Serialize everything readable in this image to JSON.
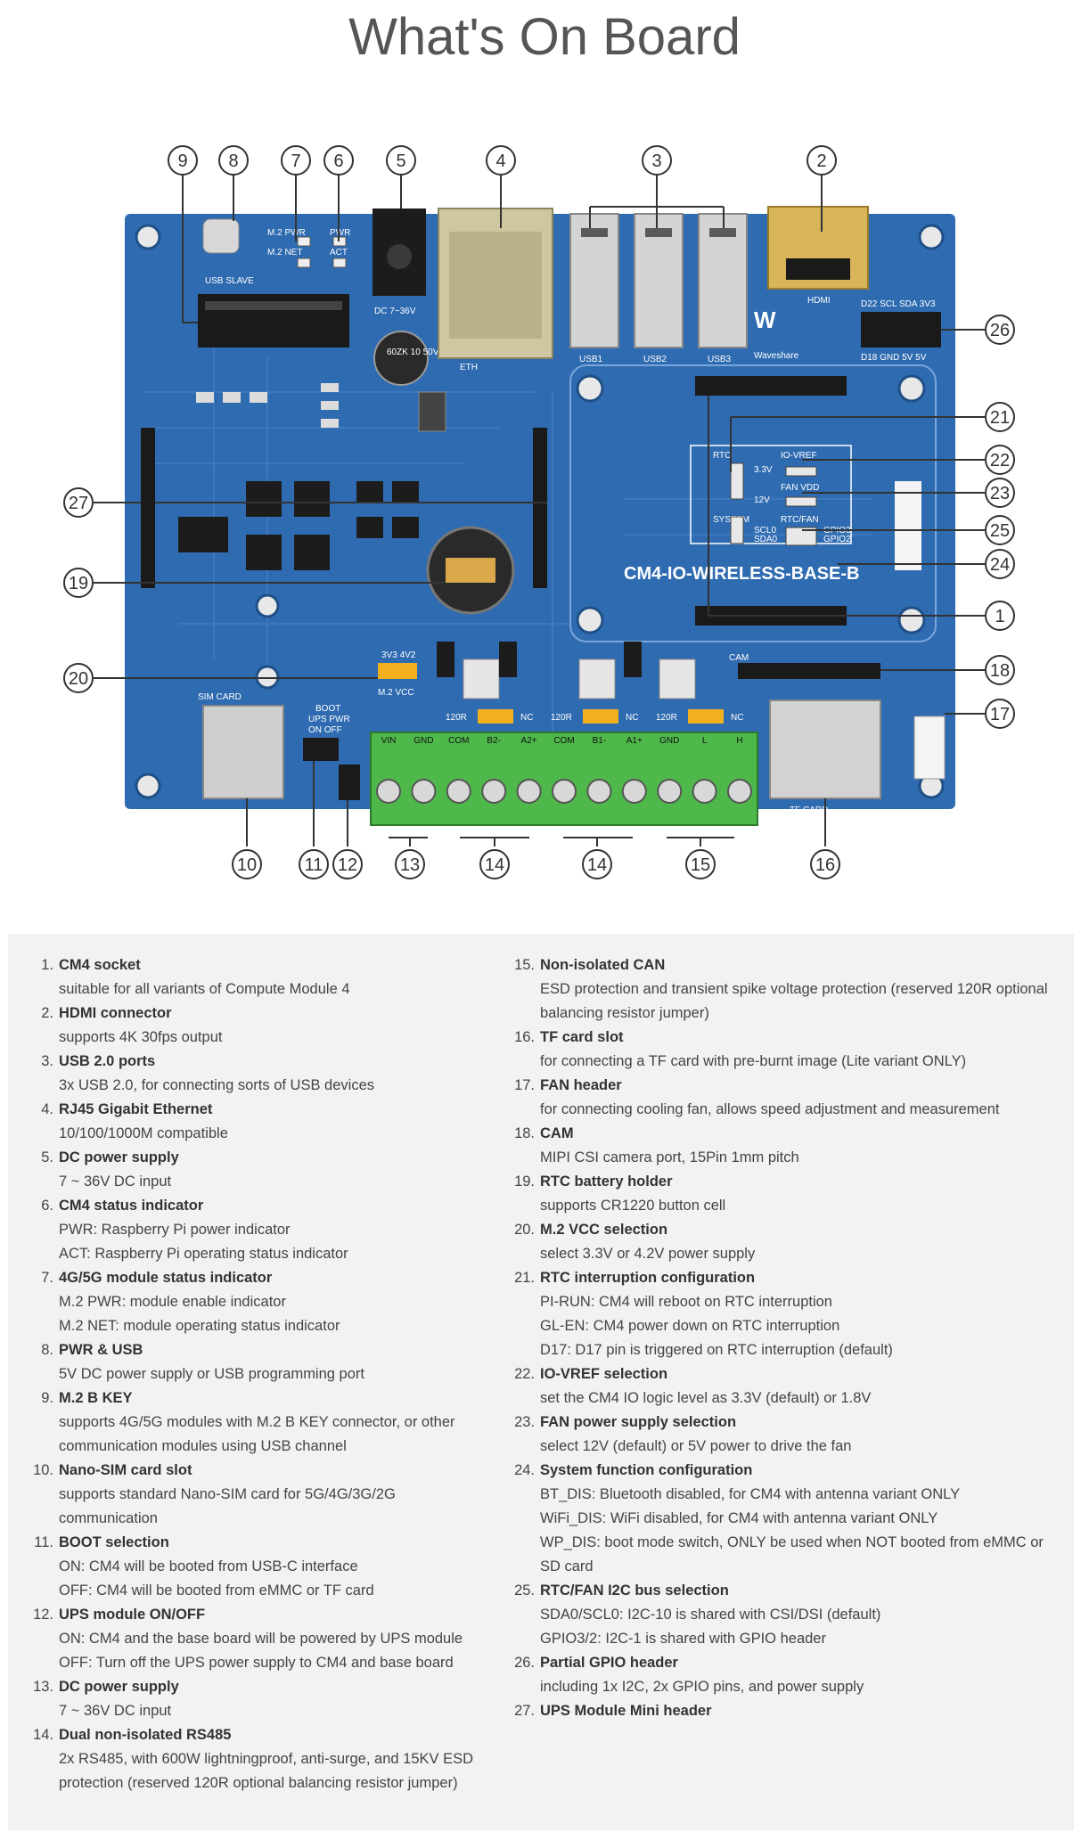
{
  "page": {
    "title": "What's On Board"
  },
  "board": {
    "model": "CM4-IO-WIRELESS-BASE-B",
    "brand": "Waveshare",
    "silkscreen": {
      "usb_slave": "USB SLAVE",
      "m2_pwr": "M.2 PWR",
      "m2_net": "M.2 NET",
      "pwr": "PWR",
      "act": "ACT",
      "dc_in": "DC 7~36V",
      "eth": "ETH",
      "usb1": "USB1",
      "usb2": "USB2",
      "usb3": "USB3",
      "hdmi": "HDMI",
      "gpio_top": "D22 SCL SDA 3V3",
      "gpio_bottom": "D18 GND 5V 5V",
      "cap_text": "60ZK 10 50V",
      "rtc": "RTC",
      "io_vref": "IO-VREF",
      "fan_vdd": "FAN VDD",
      "rtc_fan": "RTC/FAN",
      "system": "SYSTEM",
      "v33": "3.3V",
      "v12": "12V",
      "scl0": "SCL0",
      "sda0": "SDA0",
      "gpio3": "GPIO3",
      "gpio2": "GPIO2",
      "vcc_opt": "3V3 4V2",
      "m2_vcc": "M.2 VCC",
      "sim_card": "SIM CARD",
      "boot": "BOOT",
      "ups_pwr": "UPS PWR",
      "on_off": "ON  OFF",
      "cam": "CAM",
      "tf_card": "TF CARD",
      "terminals": [
        "VIN",
        "GND",
        "COM",
        "B2-",
        "A2+",
        "COM",
        "B1-",
        "A1+",
        "GND",
        "L",
        "H"
      ],
      "jumpers": [
        "120R",
        "NC",
        "120R",
        "NC",
        "120R",
        "NC"
      ]
    },
    "callouts": [
      "1",
      "2",
      "3",
      "4",
      "5",
      "6",
      "7",
      "8",
      "9",
      "10",
      "11",
      "12",
      "13",
      "14",
      "15",
      "16",
      "17",
      "18",
      "19",
      "20",
      "21",
      "22",
      "23",
      "24",
      "25",
      "26",
      "27"
    ]
  },
  "features": {
    "left": [
      {
        "num": "1.",
        "name": "CM4 socket",
        "desc": [
          "suitable for all variants of Compute Module 4"
        ]
      },
      {
        "num": "2.",
        "name": "HDMI connector",
        "desc": [
          "supports 4K 30fps output"
        ]
      },
      {
        "num": "3.",
        "name": "USB 2.0 ports",
        "desc": [
          "3x USB 2.0, for connecting sorts of USB devices"
        ]
      },
      {
        "num": "4.",
        "name": "RJ45 Gigabit Ethernet",
        "desc": [
          "10/100/1000M compatible"
        ]
      },
      {
        "num": "5.",
        "name": "DC power supply",
        "desc": [
          "7 ~ 36V DC input"
        ]
      },
      {
        "num": "6.",
        "name": "CM4 status indicator",
        "desc": [
          "PWR: Raspberry Pi power indicator",
          "ACT: Raspberry Pi operating status indicator"
        ]
      },
      {
        "num": "7.",
        "name": "4G/5G module status indicator",
        "desc": [
          "M.2 PWR: module enable indicator",
          "M.2 NET: module operating status indicator"
        ]
      },
      {
        "num": "8.",
        "name": "PWR & USB",
        "desc": [
          "5V DC power supply or USB programming port"
        ]
      },
      {
        "num": "9.",
        "name": "M.2 B KEY",
        "desc": [
          "supports 4G/5G modules with M.2 B KEY connector, or other communication modules using USB channel"
        ]
      },
      {
        "num": "10.",
        "name": "Nano-SIM card slot",
        "desc": [
          "supports standard Nano-SIM card for 5G/4G/3G/2G communication"
        ]
      },
      {
        "num": "11.",
        "name": "BOOT selection",
        "desc": [
          "ON: CM4 will be booted from USB-C interface",
          "OFF: CM4 will be booted from eMMC or TF card"
        ]
      },
      {
        "num": "12.",
        "name": "UPS module ON/OFF",
        "desc": [
          "ON: CM4 and the base board will be powered by UPS module",
          "OFF: Turn off the UPS power supply to CM4 and base board"
        ]
      },
      {
        "num": "13.",
        "name": "DC power supply",
        "desc": [
          "7 ~ 36V DC input"
        ]
      },
      {
        "num": "14.",
        "name": "Dual non-isolated RS485",
        "desc": [
          "2x RS485, with 600W lightningproof, anti-surge, and 15KV ESD protection (reserved 120R optional balancing resistor jumper)"
        ]
      }
    ],
    "right": [
      {
        "num": "15.",
        "name": "Non-isolated CAN",
        "desc": [
          "ESD protection and transient spike voltage protection (reserved 120R optional balancing resistor jumper)"
        ]
      },
      {
        "num": "16.",
        "name": "TF card slot",
        "desc": [
          "for connecting a TF card with pre-burnt image (Lite variant ONLY)"
        ]
      },
      {
        "num": "17.",
        "name": "FAN header",
        "desc": [
          "for connecting cooling fan, allows speed adjustment and measurement"
        ]
      },
      {
        "num": "18.",
        "name": "CAM",
        "desc": [
          "MIPI CSI camera port, 15Pin 1mm pitch"
        ]
      },
      {
        "num": "19.",
        "name": "RTC battery holder",
        "desc": [
          "supports CR1220 button cell"
        ]
      },
      {
        "num": "20.",
        "name": "M.2 VCC selection",
        "desc": [
          "select 3.3V or 4.2V power supply"
        ]
      },
      {
        "num": "21.",
        "name": "RTC interruption configuration",
        "desc": [
          "PI-RUN: CM4 will reboot on RTC interruption",
          "GL-EN: CM4 power down on RTC interruption",
          "D17: D17 pin is triggered on RTC interruption (default)"
        ]
      },
      {
        "num": "22.",
        "name": "IO-VREF selection",
        "desc": [
          "set the CM4 IO logic level as 3.3V (default) or 1.8V"
        ]
      },
      {
        "num": "23.",
        "name": "FAN power supply selection",
        "desc": [
          "select 12V (default) or 5V power to drive the fan"
        ]
      },
      {
        "num": "24.",
        "name": "System function configuration",
        "desc": [
          "BT_DIS: Bluetooth disabled, for CM4 with antenna variant ONLY",
          "WiFi_DIS: WiFi disabled, for CM4 with antenna variant ONLY",
          "WP_DIS: boot mode switch, ONLY be used when NOT booted from eMMC or SD card"
        ]
      },
      {
        "num": "25.",
        "name": "RTC/FAN I2C bus selection",
        "desc": [
          "SDA0/SCL0: I2C-10 is shared with CSI/DSI (default)",
          "GPIO3/2: I2C-1 is shared with GPIO header"
        ]
      },
      {
        "num": "26.",
        "name": "Partial GPIO header",
        "desc": [
          "including 1x I2C, 2x GPIO pins, and power supply"
        ]
      },
      {
        "num": "27.",
        "name": "UPS Module Mini header",
        "desc": []
      }
    ]
  }
}
